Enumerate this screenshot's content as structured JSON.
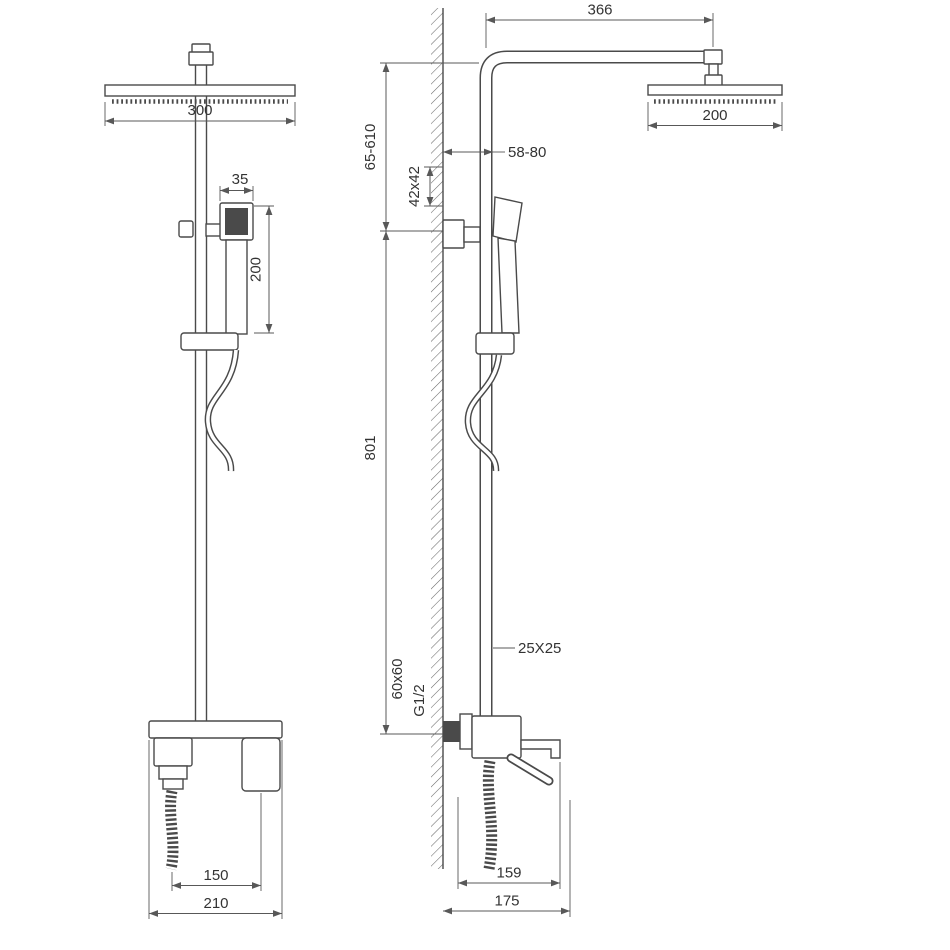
{
  "drawing": {
    "background": "#ffffff",
    "line_color": "#4a4a4a",
    "text_color": "#333333",
    "views": [
      "front-view",
      "side-view-on-wall"
    ]
  },
  "front_view": {
    "head_width": "300",
    "hand_shower_width": "35",
    "hand_shower_height": "200",
    "hose_handle_spacing": "150",
    "mixer_width": "210"
  },
  "side_view": {
    "arm_reach": "366",
    "head_depth": "200",
    "height_range": "65-610",
    "wall_clearance": "58-80",
    "bracket_size": "42x42",
    "column_height": "801",
    "pipe_section": "25X25",
    "escutcheon_size": "60x60",
    "thread": "G1/2",
    "spout_reach": "159",
    "overall_depth": "175"
  }
}
